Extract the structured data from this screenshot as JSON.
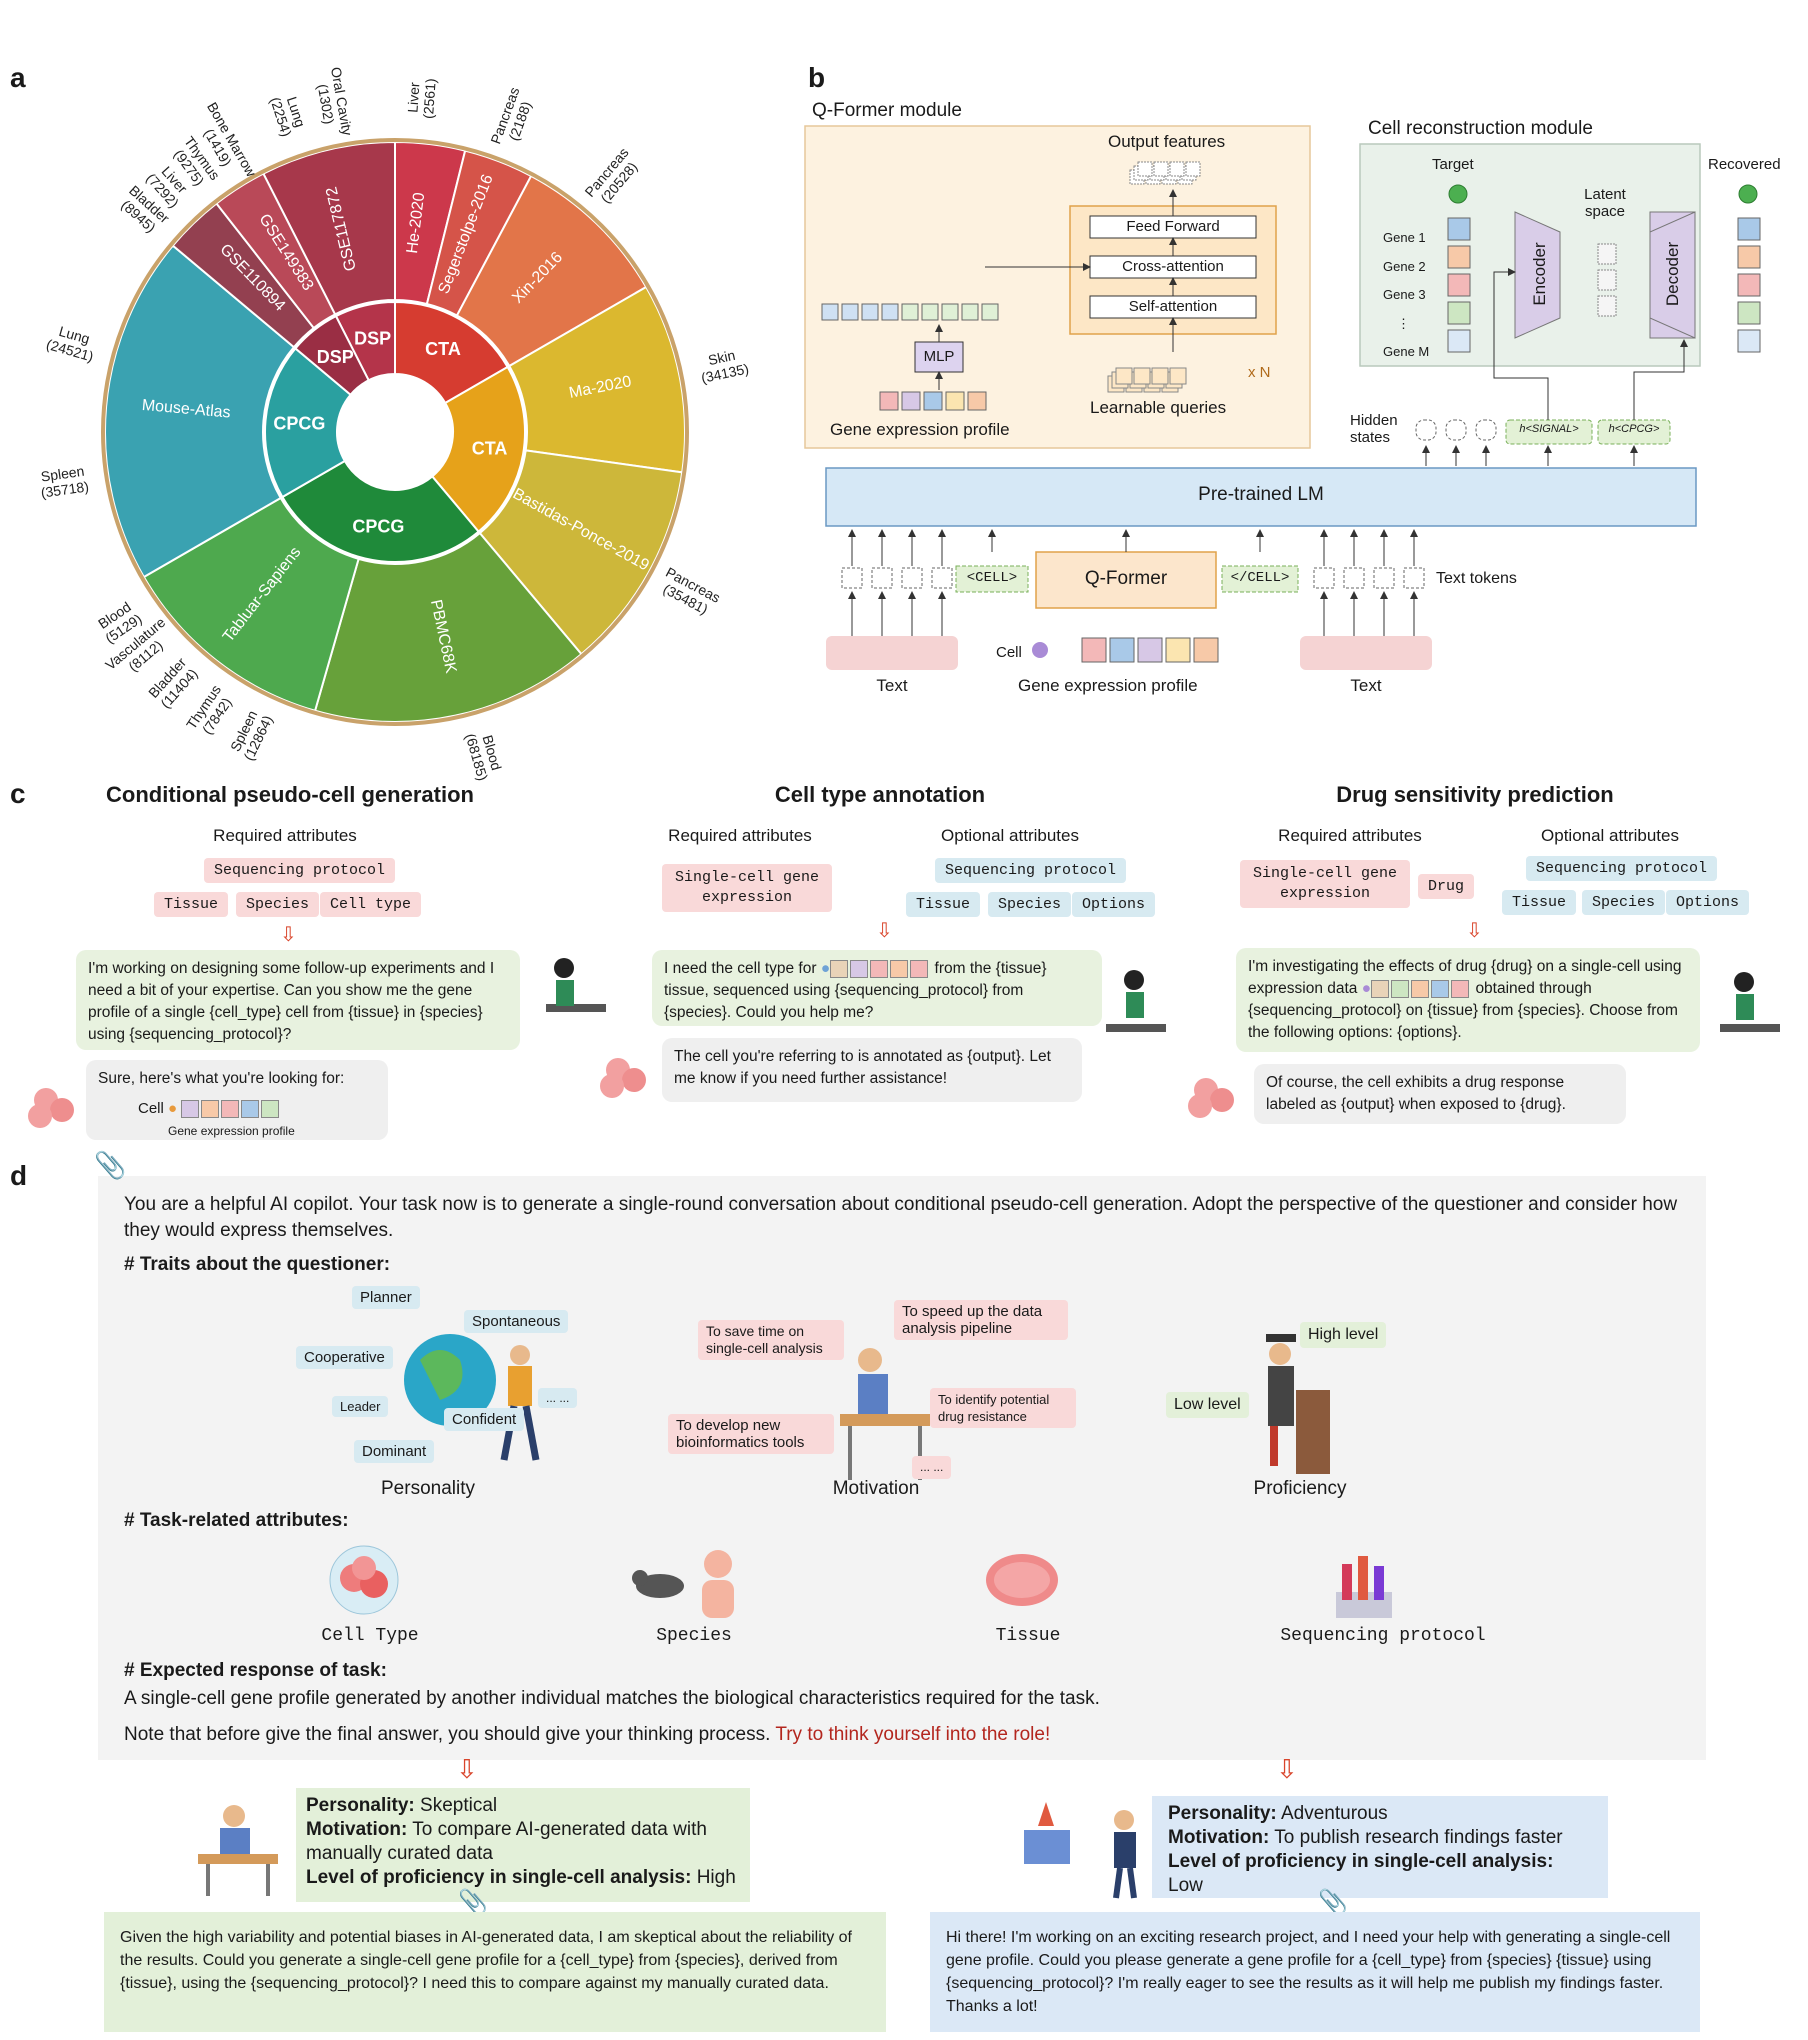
{
  "panels": {
    "a": "a",
    "b": "b",
    "c": "c",
    "d": "d"
  },
  "colors": {
    "dsp": "#a83c4c",
    "cta": "#e07a3a",
    "cpcg": "#2a9b9b",
    "ctaYellow": "#d8b21e",
    "cpcgGreen": "#3c9a3c",
    "qformerBg": "#fdf2e0",
    "lmBg": "#d6e8f6",
    "pinkBox": "#f5d3d3"
  },
  "wheel": {
    "inner": [
      {
        "label": "DSP"
      },
      {
        "label": "CTA"
      },
      {
        "label": "CTA"
      },
      {
        "label": "CPCG"
      },
      {
        "label": "CPCG"
      },
      {
        "label": "DSP"
      }
    ],
    "datasets": [
      "GSE117872",
      "He-2020",
      "Segerstolpe-2016",
      "Xin-2016",
      "Ma-2020",
      "Bastidas-Ponce-2019",
      "PBMC68K",
      "Tabluar-Sapiens",
      "Mouse-Atlas",
      "GSE110894",
      "GSE149383"
    ],
    "organs": [
      {
        "name": "Oral Cavity",
        "count": "(1302)"
      },
      {
        "name": "Liver",
        "count": "(2561)"
      },
      {
        "name": "Pancreas",
        "count": "(2188)"
      },
      {
        "name": "Pancreas",
        "count": "(20528)"
      },
      {
        "name": "Skin",
        "count": "(34135)"
      },
      {
        "name": "Pancreas",
        "count": "(35481)"
      },
      {
        "name": "Blood",
        "count": "(68185)"
      },
      {
        "name": "Spleen",
        "count": "(12864)"
      },
      {
        "name": "Thymus",
        "count": "(7842)"
      },
      {
        "name": "Bladder",
        "count": "(11404)"
      },
      {
        "name": "Vasculature",
        "count": "(8112)"
      },
      {
        "name": "Blood",
        "count": "(5129)"
      },
      {
        "name": "Spleen",
        "count": "(35718)"
      },
      {
        "name": "Lung",
        "count": "(24521)"
      },
      {
        "name": "Bladder",
        "count": "(8945)"
      },
      {
        "name": "Liver",
        "count": "(7292)"
      },
      {
        "name": "Thymus",
        "count": "(9275)"
      },
      {
        "name": "Bone Marrow",
        "count": "(1419)"
      },
      {
        "name": "Lung",
        "count": "(2254)"
      }
    ]
  },
  "b": {
    "qformer_title": "Q-Former module",
    "output_features": "Output features",
    "feed_forward": "Feed Forward",
    "cross_attention": "Cross-attention",
    "self_attention": "Self-attention",
    "xn": "x N",
    "mlp": "MLP",
    "learnable": "Learnable queries",
    "gep": "Gene expression profile",
    "cellrec_title": "Cell reconstruction module",
    "target": "Target",
    "latent": "Latent space",
    "recovered": "Recovered",
    "genes": [
      "Gene 1",
      "Gene 2",
      "Gene 3",
      "⋮",
      "Gene M"
    ],
    "encoder": "Encoder",
    "decoder": "Decoder",
    "hidden_states": "Hidden states",
    "h_signal": "h<SIGNAL>",
    "h_cpcg": "h<CPCG>",
    "lm": "Pre-trained LM",
    "cell_tok": "<CELL>",
    "cell_end_tok": "</CELL>",
    "qformer": "Q-Former",
    "text_tokens": "Text tokens",
    "text": "Text",
    "cell": "Cell",
    "gep2": "Gene expression profile"
  },
  "c": {
    "col1": {
      "title": "Conditional pseudo-cell generation",
      "req": "Required attributes",
      "attrs": [
        "Sequencing protocol",
        "Tissue",
        "Species",
        "Cell type"
      ],
      "q": "I'm working on designing some follow-up experiments and I need a bit of your expertise. Can you show me the gene profile of a single {cell_type} cell from {tissue} in {species} using {sequencing_protocol}?",
      "a": "Sure, here's what you're looking for:",
      "cell": "Cell",
      "gep": "Gene expression profile"
    },
    "col2": {
      "title": "Cell type annotation",
      "req": "Required attributes",
      "opt": "Optional attributes",
      "req_attr": "Single-cell gene expression",
      "opt_attrs": [
        "Sequencing protocol",
        "Tissue",
        "Species",
        "Options"
      ],
      "q1": "I need the cell type for",
      "q2": "from the {tissue} tissue, sequenced using {sequencing_protocol} from {species}. Could you help me?",
      "a": "The cell you're referring to is annotated as {output}. Let me know if you need further assistance!"
    },
    "col3": {
      "title": "Drug sensitivity prediction",
      "req": "Required attributes",
      "opt": "Optional attributes",
      "req_attr": "Single-cell gene expression",
      "drug": "Drug",
      "opt_attrs": [
        "Sequencing protocol",
        "Tissue",
        "Species",
        "Options"
      ],
      "q1": "I'm investigating the effects of drug {drug} on a single-cell using expression data",
      "q2": "obtained through {sequencing_protocol} on {tissue} from {species}. Choose from the following options: {options}.",
      "a": "Of course, the cell exhibits a drug response labeled as {output} when exposed to {drug}."
    }
  },
  "d": {
    "intro": "You are a helpful AI copilot. Your task now is to generate a single-round conversation about conditional pseudo-cell generation. Adopt the perspective of the questioner and consider how they would express themselves.",
    "traits_hdr": "# Traits about the questioner:",
    "personality_traits": [
      "Planner",
      "Spontaneous",
      "Cooperative",
      "Leader",
      "Confident",
      "Dominant",
      "... ..."
    ],
    "personality": "Personality",
    "motivation_traits": [
      "To save time on single-cell analysis",
      "To speed up the data analysis pipeline",
      "To identify potential drug resistance",
      "To develop new bioinformatics tools",
      "... ..."
    ],
    "motivation": "Motivation",
    "proficiency_traits": [
      "High level",
      "Low level"
    ],
    "proficiency": "Proficiency",
    "task_hdr": "# Task-related attributes:",
    "task_attrs": [
      "Cell Type",
      "Species",
      "Tissue",
      "Sequencing protocol"
    ],
    "resp_hdr": "# Expected response of task:",
    "resp": "A single-cell gene profile generated by another individual matches the biological characteristics required for the task.",
    "note": "Note that before give the final answer, you should give your thinking process.",
    "note_red": "Try to think yourself into the role!",
    "left": {
      "personality_k": "Personality:",
      "personality_v": "Skeptical",
      "motivation_k": "Motivation:",
      "motivation_v": "To compare AI-generated data with manually curated data",
      "level_k": "Level of proficiency in single-cell analysis:",
      "level_v": "High",
      "text": "Given the high variability and potential biases in AI-generated data, I am skeptical about the reliability of the results. Could you generate a single-cell gene profile for a {cell_type} from {species}, derived from {tissue}, using the {sequencing_protocol}? I need this to compare against my manually curated data."
    },
    "right": {
      "personality_k": "Personality:",
      "personality_v": "Adventurous",
      "motivation_k": "Motivation:",
      "motivation_v": "To publish research findings faster",
      "level_k": "Level of proficiency in single-cell analysis:",
      "level_v": "Low",
      "text": "Hi there! I'm working on an exciting research project, and I need your help with generating a single-cell gene profile. Could you please generate a gene profile for a {cell_type} from {species} {tissue} using {sequencing_protocol}? I'm really eager to see the results as it will help me publish my findings faster. Thanks a lot!"
    }
  }
}
